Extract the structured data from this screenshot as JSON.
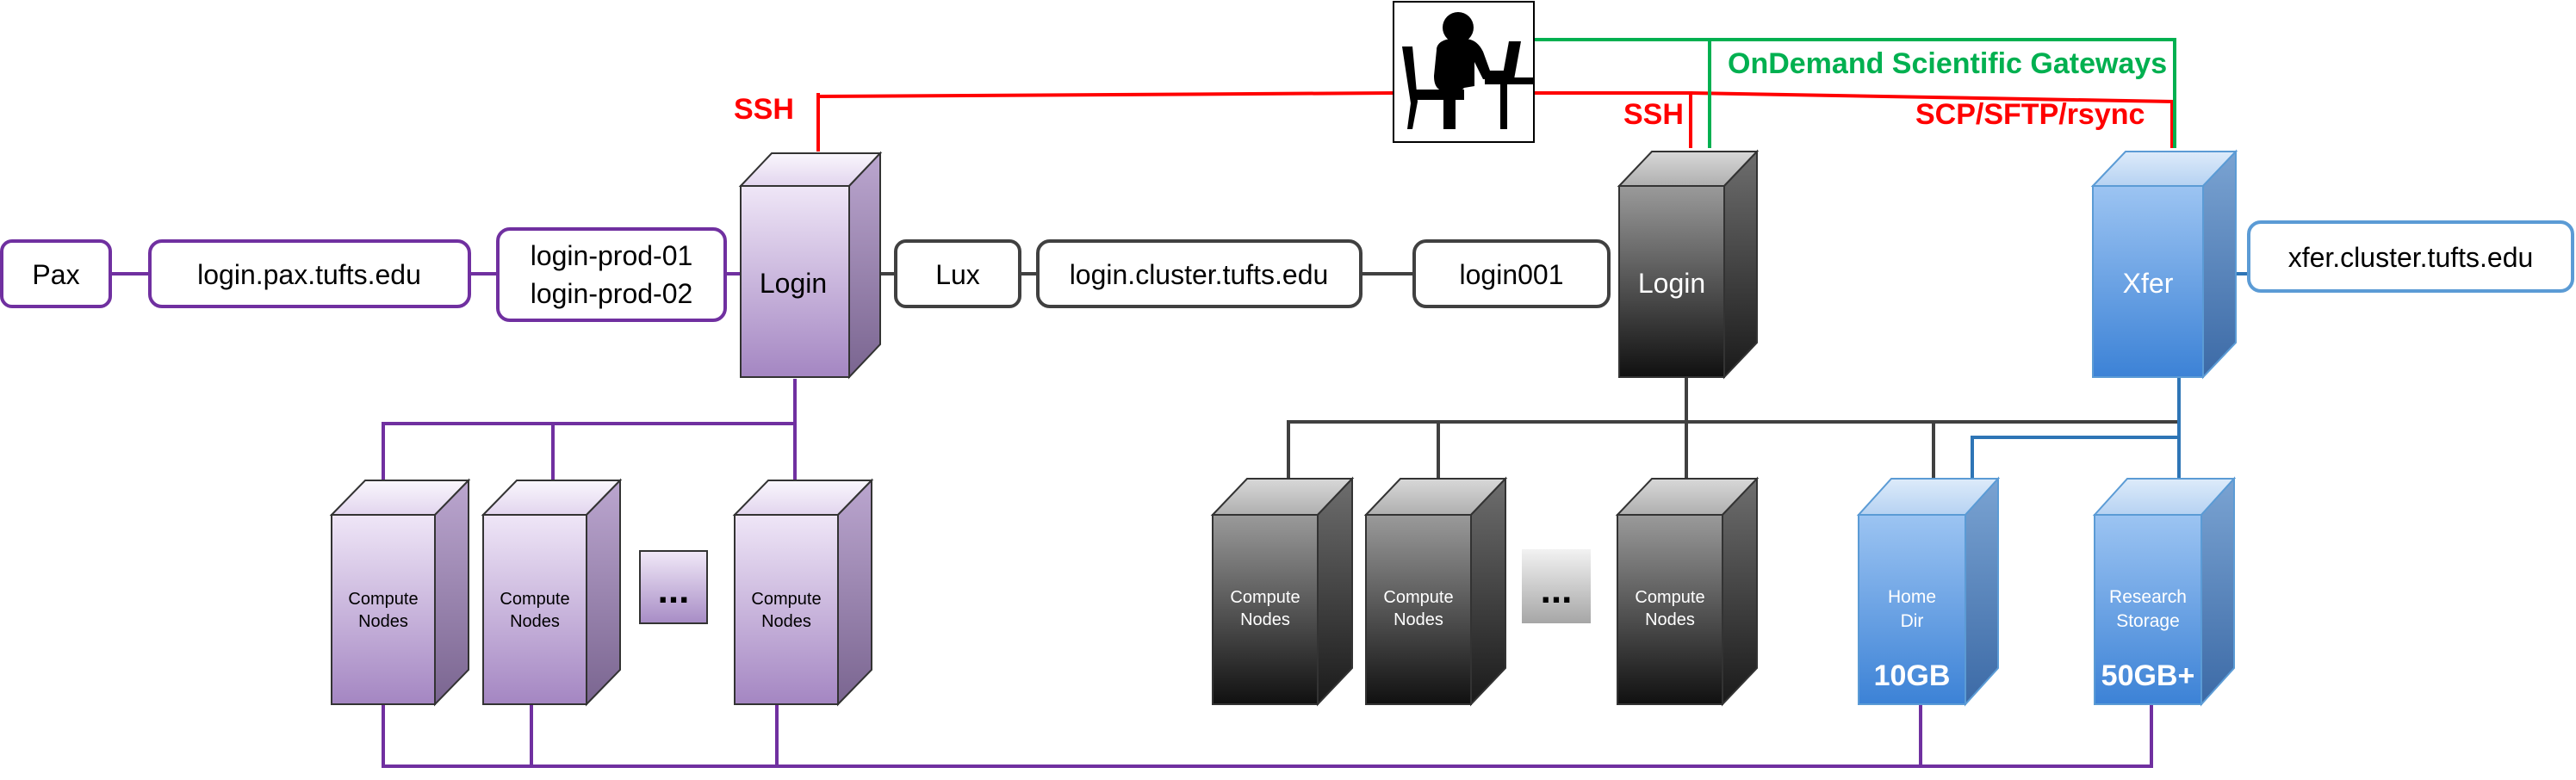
{
  "labels": {
    "ssh_left": "SSH",
    "ssh_right": "SSH",
    "ondemand": "OnDemand Scientific Gateways",
    "scp": "SCP/SFTP/rsync"
  },
  "pax": {
    "name": "Pax",
    "host": "login.pax.tufts.edu",
    "login_nodes": [
      "login-prod-01",
      "login-prod-02"
    ],
    "login": "Login"
  },
  "lux": {
    "name": "Lux",
    "host": "login.cluster.tufts.edu",
    "login_node": "login001",
    "login": "Login"
  },
  "xfer": {
    "label": "Xfer",
    "host": "xfer.cluster.tufts.edu"
  },
  "compute": {
    "line1": "Compute",
    "line2": "Nodes",
    "ellipsis": "..."
  },
  "storage": {
    "home_line1": "Home",
    "home_line2": "Dir",
    "home_size": "10GB",
    "research_line1": "Research",
    "research_line2": "Storage",
    "research_size": "50GB+"
  },
  "colors": {
    "purple_line": "#7030A0",
    "black_line": "#404040",
    "blue_line": "#2E75B6",
    "red": "#FF0000",
    "green": "#00B050",
    "purple_box": "#7030A0",
    "blue_box": "#5B9BD5"
  }
}
